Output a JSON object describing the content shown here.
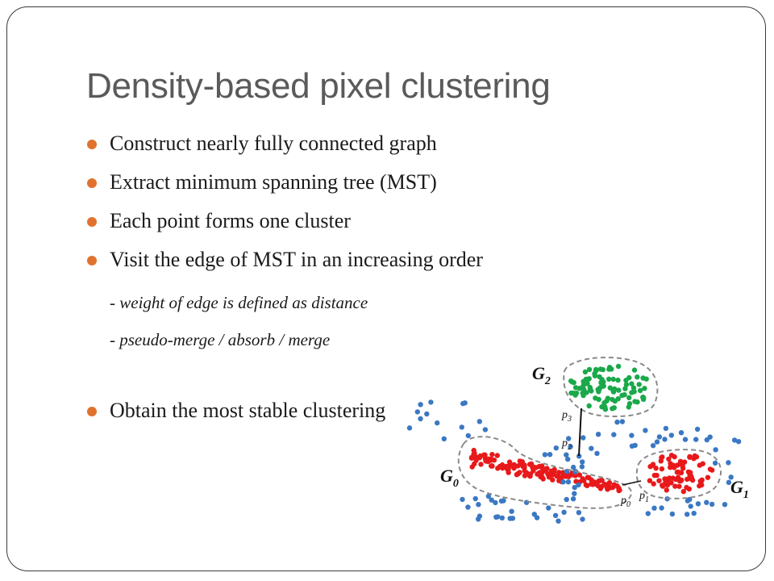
{
  "slide": {
    "title": "Density-based pixel clustering",
    "bullets": [
      "Construct nearly fully connected graph",
      "Extract minimum spanning tree (MST)",
      "Each point forms one cluster",
      "Visit the edge of MST in an increasing order"
    ],
    "sub_items": [
      "- weight of edge is defined as distance",
      "- pseudo-merge / absorb / merge"
    ],
    "final_bullet": "Obtain the most stable clustering"
  },
  "figure": {
    "groups": [
      {
        "label": "G",
        "subscript": "2",
        "color": "#1aa84a"
      },
      {
        "label": "G",
        "subscript": "0",
        "color": "#e8191b"
      },
      {
        "label": "G",
        "subscript": "1",
        "color": "#e8191b"
      }
    ],
    "points": [
      {
        "label": "p",
        "subscript": "0"
      },
      {
        "label": "p",
        "subscript": "1"
      },
      {
        "label": "p",
        "subscript": "2"
      },
      {
        "label": "p",
        "subscript": "3"
      }
    ],
    "noise_color": "#3b78c3",
    "accent_color": "#e0722e"
  }
}
